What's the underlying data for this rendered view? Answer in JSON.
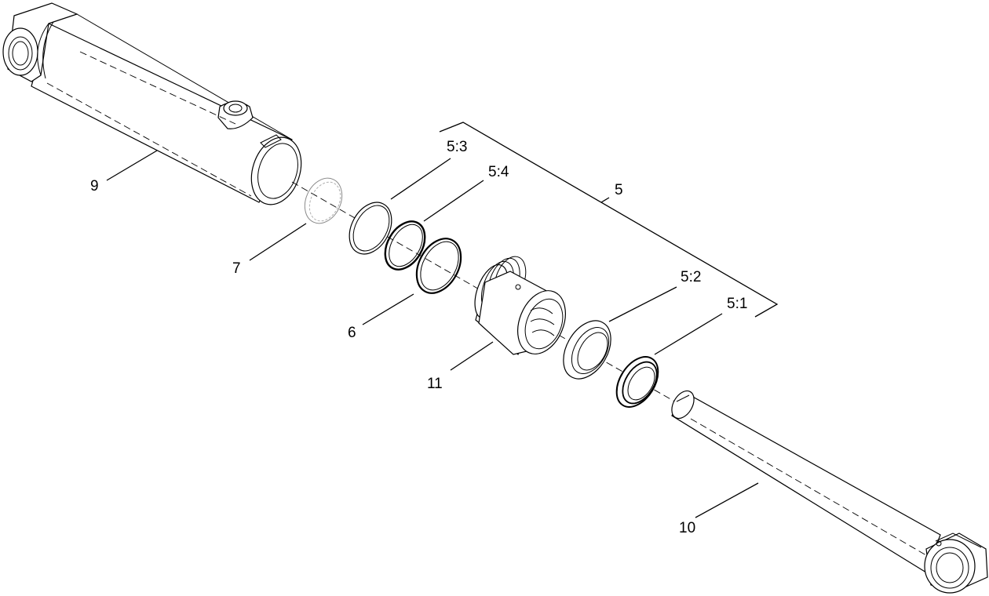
{
  "diagram": {
    "callouts": {
      "c9": "9",
      "c7": "7",
      "c6": "6",
      "c11": "11",
      "c5": "5",
      "c5_1": "5:1",
      "c5_2": "5:2",
      "c5_3": "5:3",
      "c5_4": "5:4",
      "c10": "10"
    }
  }
}
